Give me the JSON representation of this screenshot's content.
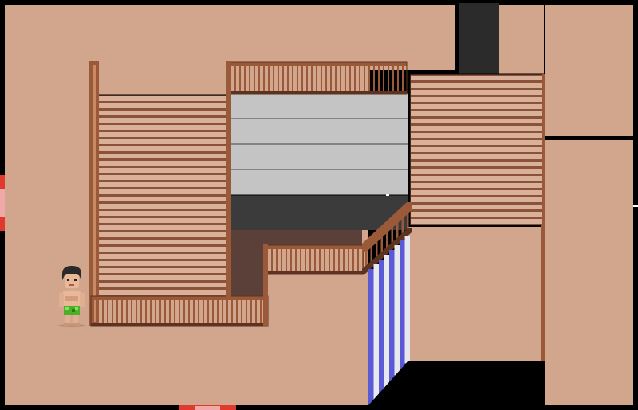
{
  "scene": {
    "colors": {
      "floor": "#d2a68c",
      "outline": "#000000",
      "wood": "#9a5a3a",
      "wood_dark": "#5c3320",
      "wood_light": "#c98b66",
      "stair_tread": "#d9b19a",
      "stair_riser": "#8c5238",
      "wall_panel": "#c4c4c4",
      "wall_line": "#6e6e6e",
      "shadow": "#3b3b3b",
      "shadow_brown": "#5a4038",
      "chimney": "#2b2b2b",
      "door_red": "#e03a2e",
      "door_pink": "#f0a8a8",
      "blue_step": "#5a5ad6",
      "white_step": "#e8e8f0"
    },
    "objects": [
      {
        "name": "stairs-left",
        "type": "staircase",
        "interactable": true
      },
      {
        "name": "stairs-right",
        "type": "staircase",
        "interactable": true
      },
      {
        "name": "stairs-diagonal",
        "type": "staircase",
        "interactable": true
      },
      {
        "name": "exit-door-left",
        "type": "door",
        "interactable": true
      },
      {
        "name": "exit-door-bottom",
        "type": "door",
        "interactable": true
      },
      {
        "name": "chimney",
        "type": "decor",
        "interactable": false
      },
      {
        "name": "railing",
        "type": "decor",
        "interactable": false
      },
      {
        "name": "player-character",
        "type": "sprite",
        "interactable": true
      }
    ]
  }
}
